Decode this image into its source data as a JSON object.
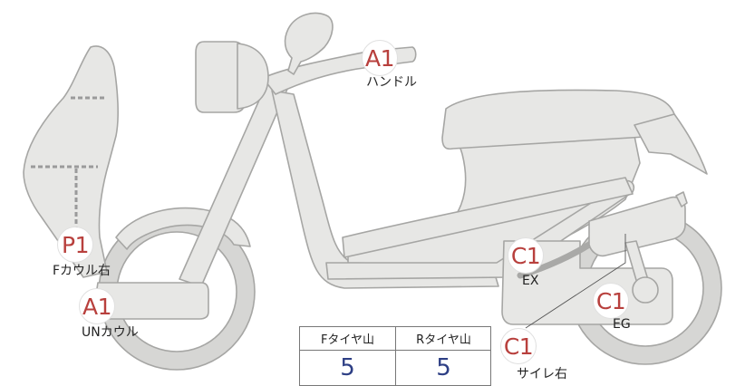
{
  "markers": {
    "handle": {
      "grade": "A1",
      "label": "ハンドル"
    },
    "front_cowl_right": {
      "grade": "P1",
      "label": "Fカウル右"
    },
    "under_cowl": {
      "grade": "A1",
      "label": "UNカウル"
    },
    "exhaust": {
      "grade": "C1",
      "label": "EX"
    },
    "engine": {
      "grade": "C1",
      "label": "EG"
    },
    "silencer_right": {
      "grade": "C1",
      "label": "サイレ右"
    }
  },
  "tire_tread": {
    "front_header": "Fタイヤ山",
    "rear_header": "Rタイヤ山",
    "front_value": "5",
    "rear_value": "5"
  },
  "colors": {
    "grade_text": "#b8403d",
    "tread_value": "#2e3f85",
    "body_fill": "#e7e7e5",
    "outline": "#a6a6a4"
  }
}
